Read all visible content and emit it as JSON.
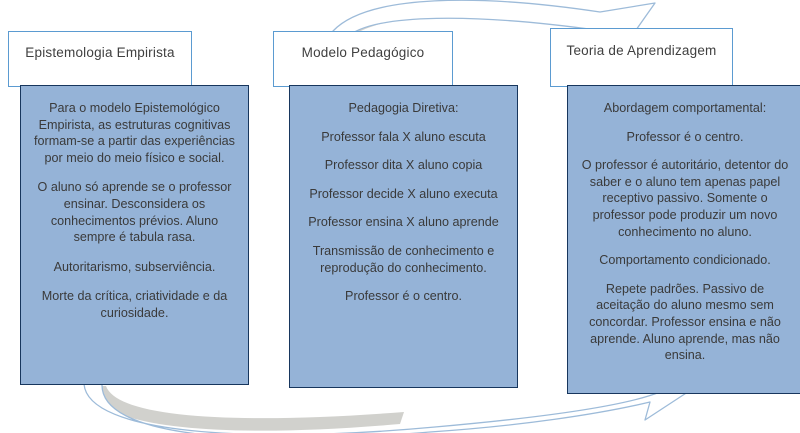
{
  "diagram": {
    "title": "Epistemologia Empirista - Modelo Pedagogico - Teoria de Aprendizagem",
    "colors": {
      "box_fill": "#95b3d7",
      "box_border": "#17365d",
      "frame_border": "#5b9bd1",
      "arrow_fill": "#ffffff",
      "arrow_stroke": "#95b3d7",
      "arrow_shadow": "#c9c9c4",
      "text": "#3a3a3a"
    },
    "columns": [
      {
        "id": "epistemologia-empirista",
        "title": "Epistemologia  Empirista",
        "paragraphs": [
          "Para o modelo Epistemológico Empirista, as estruturas cognitivas formam-se a partir das experiências por meio do meio físico e social.",
          "O aluno só aprende se o professor ensinar. Desconsidera os conhecimentos prévios. Aluno sempre é tabula rasa.",
          "Autoritarismo, subserviência.",
          "Morte da crítica, criatividade e da curiosidade."
        ]
      },
      {
        "id": "modelo-pedagogico",
        "title": "Modelo Pedagógico",
        "paragraphs": [
          "Pedagogia Diretiva:",
          "Professor fala X aluno escuta",
          "Professor dita X aluno copia",
          "Professor decide X aluno executa",
          "Professor ensina X aluno aprende",
          "Transmissão de conhecimento e reprodução do conhecimento.",
          "Professor é o centro."
        ]
      },
      {
        "id": "teoria-de-aprendizagem",
        "title": "Teoria de Aprendizagem",
        "paragraphs": [
          "Abordagem comportamental:",
          "Professor é o centro.",
          "O professor é autoritário, detentor do saber e o aluno tem apenas papel receptivo passivo. Somente o professor pode produzir um novo conhecimento no aluno.",
          "Comportamento condicionado.",
          "Repete padrões. Passivo de aceitação do aluno mesmo sem concordar. Professor ensina e não aprende. Aluno aprende, mas não ensina."
        ]
      }
    ],
    "connectors": [
      {
        "id": "top-arc-arrow",
        "name": "curved-arrow-top",
        "direction": "right"
      },
      {
        "id": "bottom-arc-arrow",
        "name": "curved-arrow-bottom",
        "direction": "up-right"
      }
    ]
  }
}
